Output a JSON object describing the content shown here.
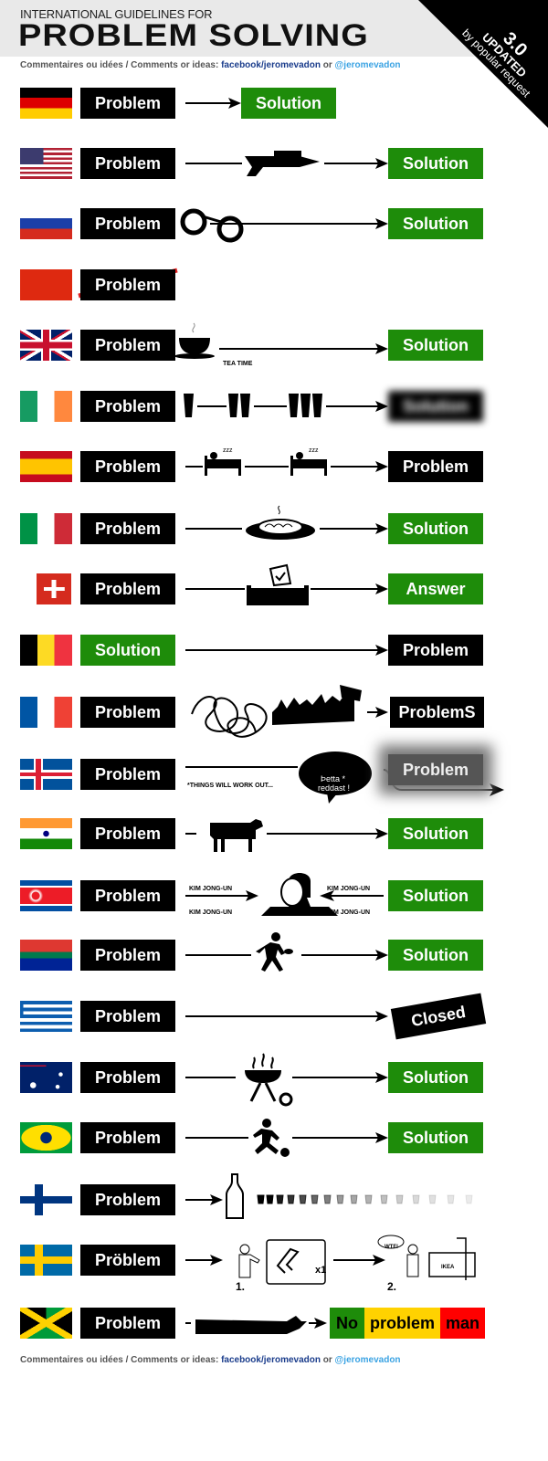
{
  "header": {
    "kicker": "INTERNATIONAL GUIDELINES FOR",
    "title": "PROBLEM SOLVING",
    "badge_version": "3.0",
    "badge_updated": "UPDATED",
    "badge_note": "by popular request"
  },
  "credits": {
    "prefix": "Commentaires ou idées / Comments or ideas: ",
    "facebook": "facebook/jeromevadon",
    "or": " or ",
    "twitter": "@jeromevadon"
  },
  "colors": {
    "green": "#1e8c0a",
    "black": "#000000",
    "blue_link": "#1b3d8c",
    "twitter": "#3ba3e3"
  },
  "rows": [
    {
      "flag": "flag-germany",
      "problem": "Problem",
      "result": "Solution",
      "result_style": "green",
      "icons": []
    },
    {
      "flag": "flag-usa",
      "problem": "Problem",
      "result": "Solution",
      "result_style": "green",
      "icons": [
        "drone-icon"
      ]
    },
    {
      "flag": "flag-russia",
      "problem": "Problem",
      "result": "Solution",
      "result_style": "green",
      "icons": [
        "handcuffs-icon"
      ]
    },
    {
      "flag": "flag-china",
      "problem": "Problem",
      "result": "",
      "result_style": "none",
      "icons": [
        "censored-strike"
      ]
    },
    {
      "flag": "flag-uk",
      "problem": "Problem",
      "result": "Solution",
      "result_style": "green",
      "icons": [
        "teacup-icon"
      ],
      "notes": [
        "TEA TIME"
      ]
    },
    {
      "flag": "flag-ireland",
      "problem": "Problem",
      "result": "Solution",
      "result_style": "blur",
      "icons": [
        "pint-icon"
      ]
    },
    {
      "flag": "flag-spain",
      "problem": "Problem",
      "result": "Problem",
      "result_style": "black",
      "icons": [
        "siesta-bed-icon"
      ]
    },
    {
      "flag": "flag-italy",
      "problem": "Problem",
      "result": "Solution",
      "result_style": "green",
      "icons": [
        "pasta-icon"
      ]
    },
    {
      "flag": "flag-switzerland",
      "problem": "Problem",
      "result": "Answer",
      "result_style": "green",
      "icons": [
        "ballot-box-icon"
      ]
    },
    {
      "flag": "flag-belgium",
      "problem": "Solution",
      "problem_style": "green",
      "result": "Problem",
      "result_style": "black",
      "icons": []
    },
    {
      "flag": "flag-france",
      "problem": "Problem",
      "result": "ProblemS",
      "result_style": "black",
      "icons": [
        "tangle-icon",
        "protest-crowd-icon"
      ]
    },
    {
      "flag": "flag-iceland",
      "problem": "Problem",
      "result": "Problem",
      "result_style": "gray",
      "icons": [
        "speech-bubble-icon"
      ],
      "notes": [
        "*THINGS WILL WORK OUT...",
        "Þetta *",
        "reddast !"
      ]
    },
    {
      "flag": "flag-india",
      "problem": "Problem",
      "result": "Solution",
      "result_style": "green",
      "icons": [
        "cow-icon"
      ]
    },
    {
      "flag": "flag-north-korea",
      "problem": "Problem",
      "result": "Solution",
      "result_style": "green",
      "icons": [
        "kim-portrait-icon"
      ],
      "notes": [
        "KIM JONG-UN",
        "KIM JONG-UN",
        "KIM JONG-UN",
        "KIM JONG-UN"
      ]
    },
    {
      "flag": "flag-south-africa",
      "problem": "Problem",
      "result": "Solution",
      "result_style": "green",
      "icons": [
        "rugby-player-icon"
      ]
    },
    {
      "flag": "flag-greece",
      "problem": "Problem",
      "result": "Closed",
      "result_style": "tilt",
      "icons": []
    },
    {
      "flag": "flag-australia",
      "problem": "Problem",
      "result": "Solution",
      "result_style": "green",
      "icons": [
        "barbecue-icon"
      ]
    },
    {
      "flag": "flag-brazil",
      "problem": "Problem",
      "result": "Solution",
      "result_style": "green",
      "icons": [
        "soccer-player-icon"
      ]
    },
    {
      "flag": "flag-finland",
      "problem": "Problem",
      "result": "",
      "result_style": "none",
      "icons": [
        "vodka-bottle-icon",
        "shot-glasses-icon"
      ]
    },
    {
      "flag": "flag-sweden",
      "problem": "Pröblem",
      "result": "",
      "result_style": "none",
      "icons": [
        "ikea-instructions-icon"
      ],
      "notes": [
        "1.",
        "x1",
        "2.",
        "WTF!",
        "IKEA"
      ]
    },
    {
      "flag": "flag-jamaica",
      "problem": "Problem",
      "result_style": "rasta",
      "result_parts": [
        "No",
        "problem",
        "man"
      ],
      "icons": [
        "joint-icon"
      ]
    }
  ]
}
